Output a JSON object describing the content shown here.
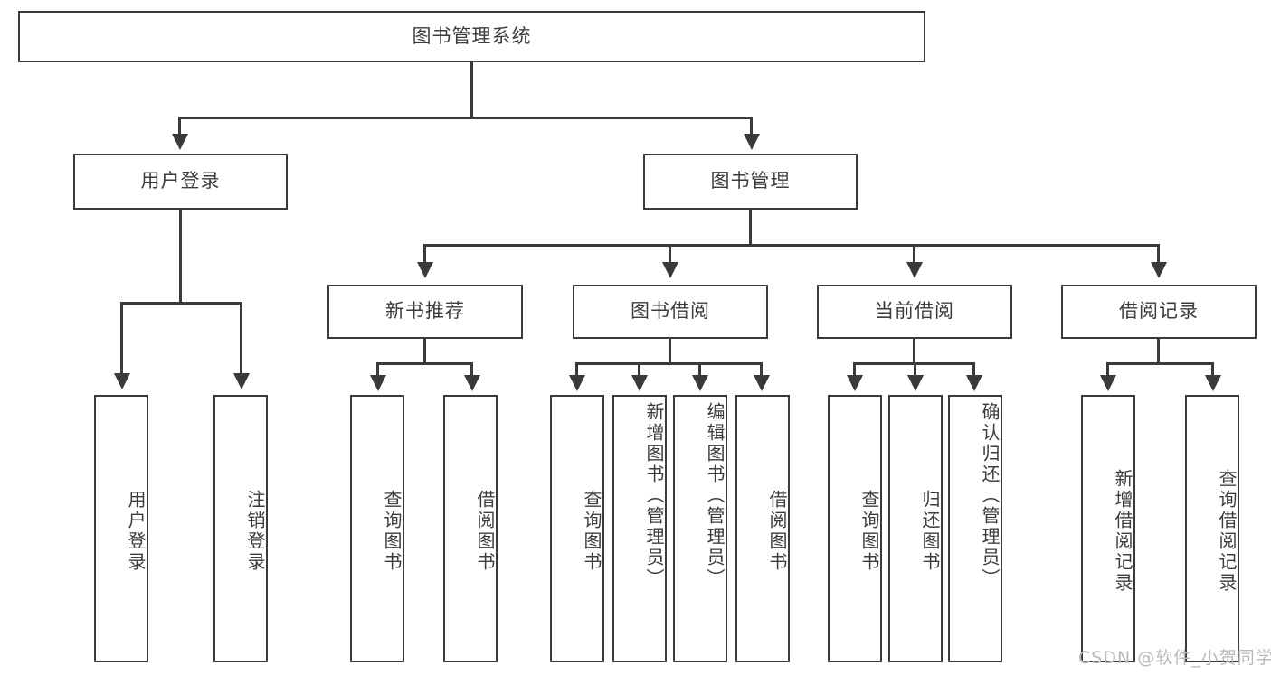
{
  "diagram": {
    "type": "tree-hierarchy",
    "title": "图书管理系统",
    "root": {
      "label": "图书管理系统"
    },
    "level2": [
      {
        "label": "用户登录"
      },
      {
        "label": "图书管理"
      }
    ],
    "level3": [
      {
        "label": "新书推荐"
      },
      {
        "label": "图书借阅"
      },
      {
        "label": "当前借阅"
      },
      {
        "label": "借阅记录"
      }
    ],
    "leaves": {
      "user_login": [
        {
          "label": "用户登录"
        },
        {
          "label": "注销登录"
        }
      ],
      "new_book_recommend": [
        {
          "label": "查询图书"
        },
        {
          "label": "借阅图书"
        }
      ],
      "book_borrow": [
        {
          "label": "查询图书"
        },
        {
          "label": "新增图书（管理员）"
        },
        {
          "label": "编辑图书（管理员）"
        },
        {
          "label": "借阅图书"
        }
      ],
      "current_borrow": [
        {
          "label": "查询图书"
        },
        {
          "label": "归还图书"
        },
        {
          "label": "确认归还（管理员）"
        }
      ],
      "borrow_record": [
        {
          "label": "新增借阅记录"
        },
        {
          "label": "查询借阅记录"
        }
      ]
    }
  },
  "watermark": {
    "text": "CSDN @软件_小贺同学"
  },
  "colors": {
    "border": "#3a3a3a",
    "text": "#3c3c3c",
    "background": "#ffffff",
    "watermark": "#b9b9b9"
  }
}
